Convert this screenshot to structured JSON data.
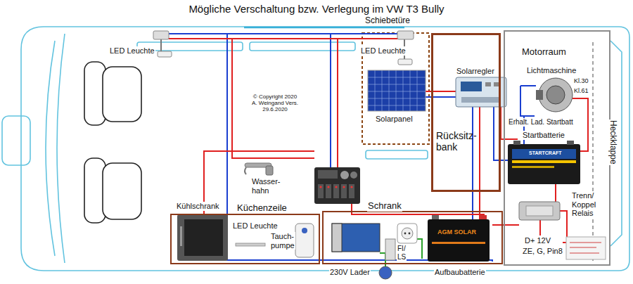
{
  "diagram": {
    "title": "Mögliche Verschaltung bzw. Verlegung im VW T3 Bully",
    "nodes": [
      {
        "text": [
          "Motorraum"
        ]
      },
      {
        "text": [
          "Rücksitz- bank"
        ]
      },
      {
        "text": [
          "Küchenzeile"
        ]
      },
      {
        "text": [
          "Schrank"
        ]
      }
    ],
    "labels": [
      "Schiebetüre",
      "LED Leuchte",
      "LED Leuchte",
      "© Copyright 2020 A. Weingand Vers. 29.6.2020",
      "Solarpanel",
      "Solarregler",
      "Lichtmaschine",
      "Kl.30",
      "Kl.61",
      "Erhalt. Lad. Startbatt",
      "Startbatterie",
      "STARTCRAFT",
      "Heckklappe",
      "Trenn/ Koppel Relais",
      "D+ 12V",
      "ZE, G, Pin8",
      "Wasser- hahn",
      "Kühlschrank",
      "LED Leuchte",
      "Tauch- pumpe",
      "FI/ LS",
      "230V Lader",
      "Aufbaubatterie",
      "AGM SOLAR"
    ]
  }
}
